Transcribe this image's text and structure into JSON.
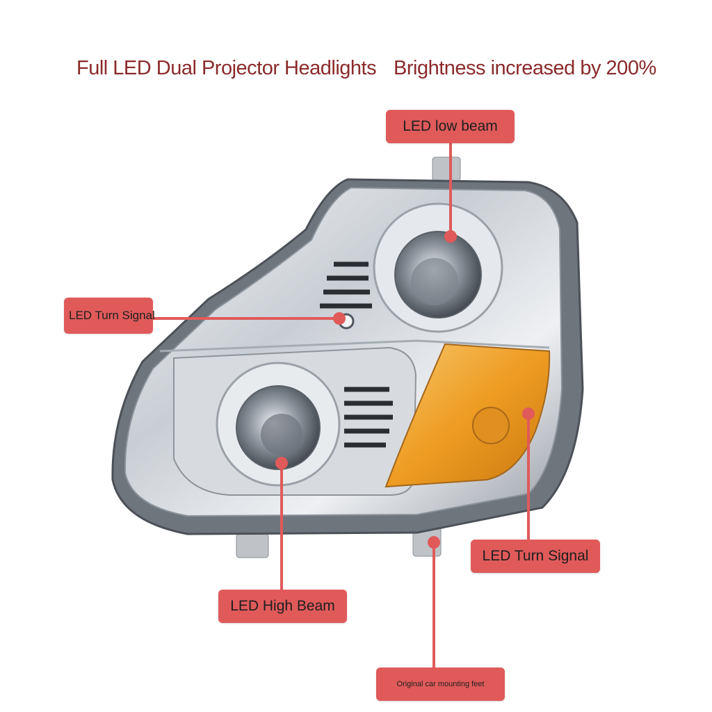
{
  "header": {
    "title": "Full LED Dual Projector Headlights",
    "subtitle": "Brightness increased by 200%"
  },
  "callouts": {
    "low_beam": "LED low beam",
    "turn_signal_left": "LED Turn Signal",
    "turn_signal_right": "LED Turn Signal",
    "high_beam": "LED High Beam",
    "mounting_feet": "Original car mounting feet"
  },
  "colors": {
    "title": "#8b2a2a",
    "callout_bg": "#e05a5a",
    "leader_line": "#e05a5a",
    "amber_lens": "#f0a428",
    "chrome": "#d9dde2"
  }
}
